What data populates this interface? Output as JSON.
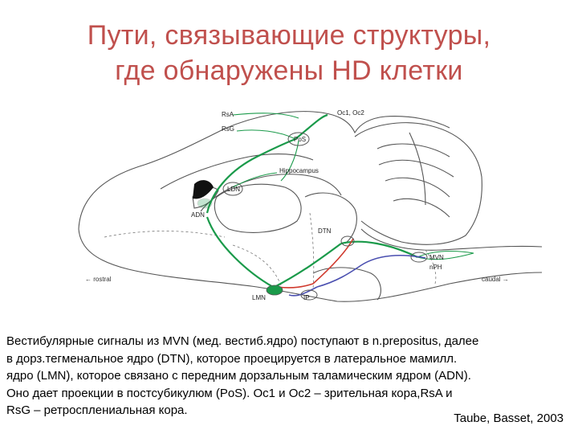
{
  "slide": {
    "title_lines": [
      "Пути, связывающие структуры,",
      "где обнаружены HD клетки"
    ],
    "caption_lines": [
      "Вестибулярные сигналы из MVN (мед. вестиб.ядро) поступают в n.prepositus, далее",
      "в дорз.тегменальное ядро (DTN), которое проецируется в латеральное мамилл.",
      "ядро (LMN), которое связано с передним дорзальным  таламическим ядром (ADN).",
      "Оно дает проекции в постсубикулюм (PoS). Oc1 и Oc2 – зрительная кора,RsA и",
      "RsG – ретросплениальная кора."
    ],
    "credit": "Taube, Basset, 2003"
  },
  "diagram": {
    "labels": {
      "rsa": "RsA",
      "rsg": "RsG",
      "oc": "Oc1, Oc2",
      "pos": "PoS",
      "hippocampus": "Hippocampus",
      "ldn": "LDN",
      "adn": "ADN",
      "dtn": "DTN",
      "mvn": "MVN",
      "nph": "nPH",
      "lmn": "LMN",
      "ip": "IP",
      "rostral": "← rostral",
      "caudal": "caudal →"
    },
    "colors": {
      "green_pathway": "#1a9a4a",
      "red_pathway": "#d03a2e",
      "blue_pathway": "#4a4fb0",
      "outline": "#555555",
      "title": "#c0504d"
    }
  }
}
